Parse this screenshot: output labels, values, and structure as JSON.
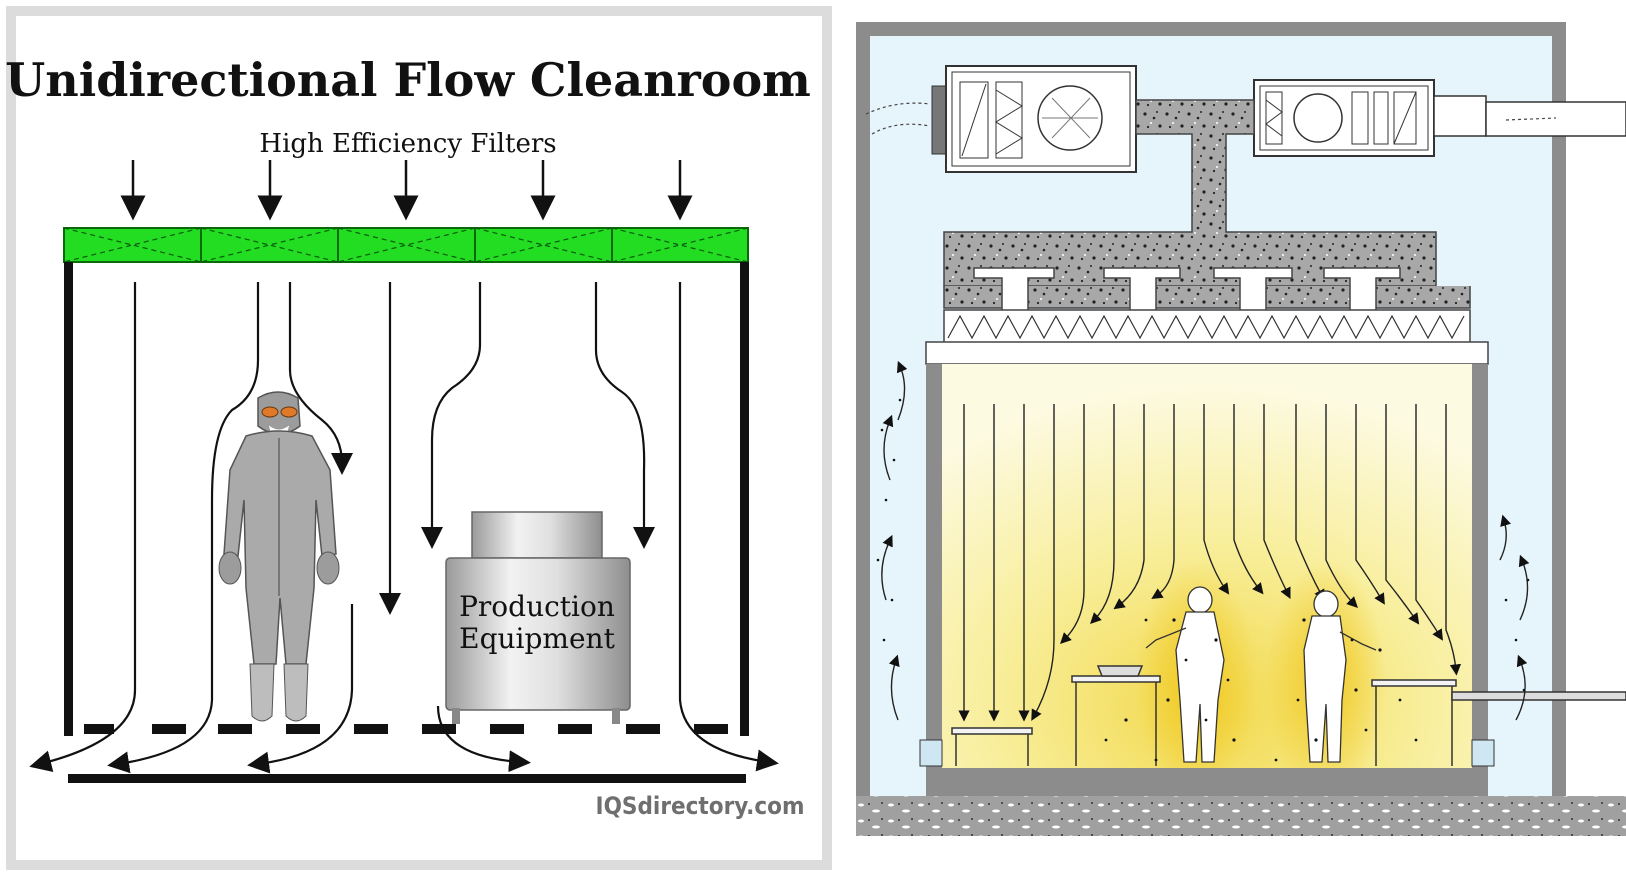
{
  "left_diagram": {
    "title": "Unidirectional Flow Cleanroom",
    "filters_label": "High Efficiency Filters",
    "equipment_label_line1": "Production",
    "equipment_label_line2": "Equipment",
    "brand": "IQSdirectory.com"
  },
  "colors": {
    "filter_green": "#22dd22",
    "frame_gray": "#dcdcdc",
    "right_bg": "#e6f4fb",
    "duct_gray": "#9c9c9c",
    "glow_yellow": "#f4e47a"
  }
}
